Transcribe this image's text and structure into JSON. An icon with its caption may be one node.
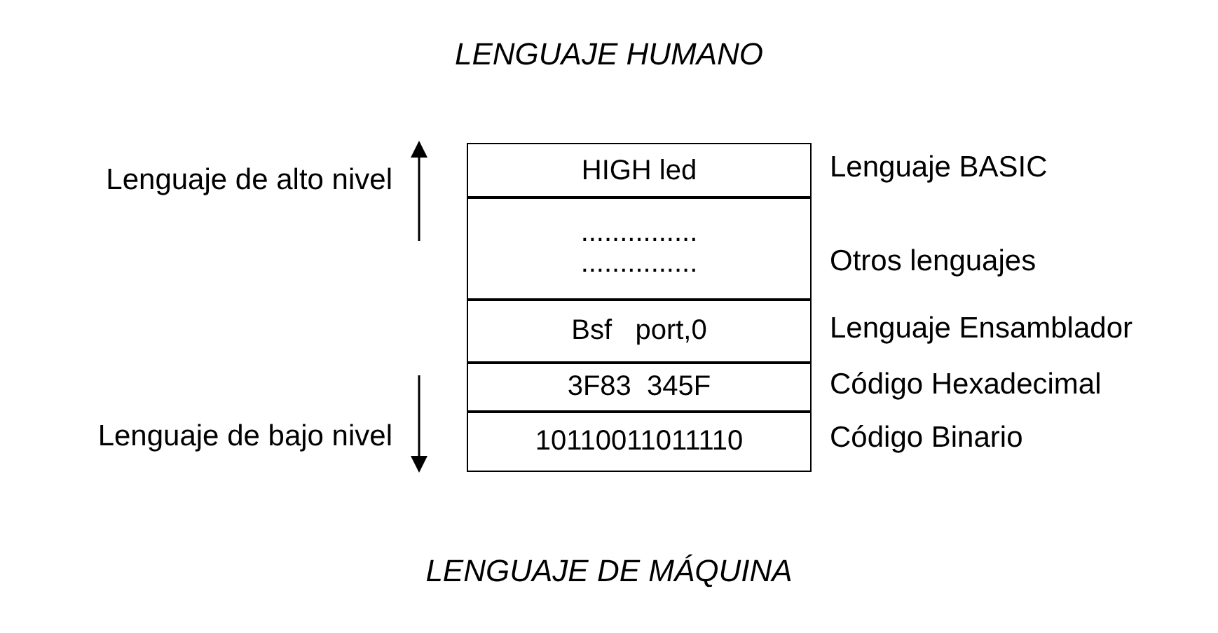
{
  "diagram": {
    "title": "LENGUAJE HUMANO",
    "caption": "LENGUAJE DE MÁQUINA",
    "nodes": [
      {
        "text": [
          "HIGH led"
        ],
        "beside": [
          "Lenguaje BASIC"
        ]
      },
      {
        "text": [
          "............... ..............."
        ],
        "beside": [
          "Otros lenguajes"
        ]
      },
      {
        "text": [
          "Bsf   port,0"
        ],
        "beside": [
          "Lenguaje Ensamblador"
        ]
      },
      {
        "text": [
          "3F83  345F"
        ],
        "beside": [
          "Código Hexadecimal"
        ]
      },
      {
        "text": [
          "10110011011110"
        ],
        "beside": [
          "Código Binario"
        ]
      }
    ],
    "edges": [],
    "labels": [
      "Lenguaje de alto nivel",
      "Lenguaje de bajo nivel"
    ]
  }
}
